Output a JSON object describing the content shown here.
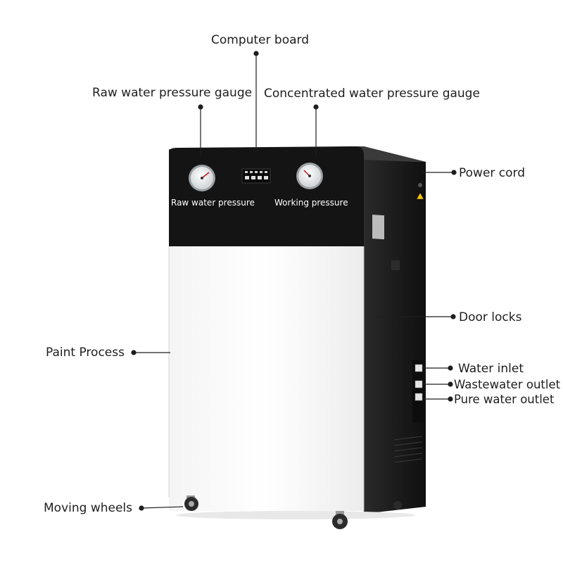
{
  "callouts": {
    "computer_board": "Computer board",
    "raw_water_gauge": "Raw water pressure gauge",
    "concentrated_gauge": "Concentrated water pressure gauge",
    "power_cord": "Power cord",
    "door_locks": "Door locks",
    "paint_process": "Paint Process",
    "water_inlet": "Water inlet",
    "wastewater_outlet": "Wastewater outlet",
    "pure_water_outlet": "Pure water outlet",
    "moving_wheels": "Moving wheels"
  },
  "panel_labels": {
    "raw_water_pressure": "Raw water pressure",
    "working_pressure": "Working pressure"
  },
  "colors": {
    "panel": "#141414",
    "front": "#ffffff",
    "side": "#222222",
    "leader": "#1e1e1e",
    "warning": "#f5c400"
  },
  "icons": [
    "pressure-gauge-icon",
    "warning-triangle-icon",
    "wheel-icon"
  ]
}
